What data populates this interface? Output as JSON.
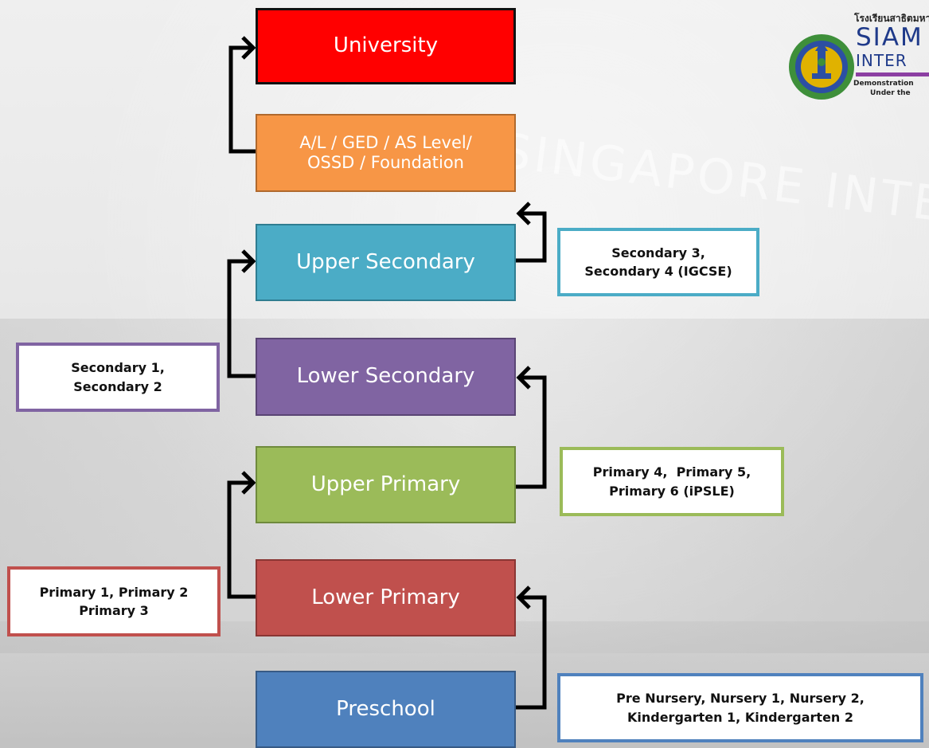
{
  "watermark": "SIAM SINGAPORE INTER",
  "levels": [
    {
      "id": "university",
      "lines": [
        "University"
      ],
      "color": "#ff0000"
    },
    {
      "id": "pre-university",
      "lines": [
        "A/L / GED / AS Level/",
        "OSSD / Foundation"
      ],
      "color": "#f79646"
    },
    {
      "id": "upper-secondary",
      "lines": [
        "Upper Secondary"
      ],
      "color": "#4bacc6"
    },
    {
      "id": "lower-secondary",
      "lines": [
        "Lower Secondary"
      ],
      "color": "#8064a2"
    },
    {
      "id": "upper-primary",
      "lines": [
        "Upper Primary"
      ],
      "color": "#9bbb59"
    },
    {
      "id": "lower-primary",
      "lines": [
        "Lower Primary"
      ],
      "color": "#c0504d"
    },
    {
      "id": "preschool",
      "lines": [
        "Preschool"
      ],
      "color": "#4f81bd"
    }
  ],
  "notes": {
    "upper_secondary": {
      "lines": [
        "Secondary 3,",
        "Secondary 4 (IGCSE)"
      ],
      "color": "#4bacc6"
    },
    "lower_secondary": {
      "lines": [
        "Secondary 1,",
        "Secondary 2"
      ],
      "color": "#8064a2"
    },
    "upper_primary": {
      "lines": [
        "Primary 4,  Primary 5,",
        "Primary 6 (iPSLE)"
      ],
      "color": "#9bbb59"
    },
    "lower_primary": {
      "lines": [
        "Primary 1, Primary 2",
        "Primary 3"
      ],
      "color": "#c0504d"
    },
    "preschool": {
      "lines": [
        "Pre Nursery, Nursery 1, Nursery 2,",
        "Kindergarten 1, Kindergarten 2"
      ],
      "color": "#4f81bd"
    }
  },
  "logo": {
    "thai_text": "โรงเรียนสาธิตมหา",
    "name_line1": "SIAM",
    "name_line2": "INTER",
    "demo_text": "Demonstration",
    "under_text": "Under the",
    "colors": {
      "outer": "#3e8f3a",
      "ring": "#2c4fa3",
      "accent": "#e0b200",
      "bar": "#8c3fa2"
    }
  }
}
